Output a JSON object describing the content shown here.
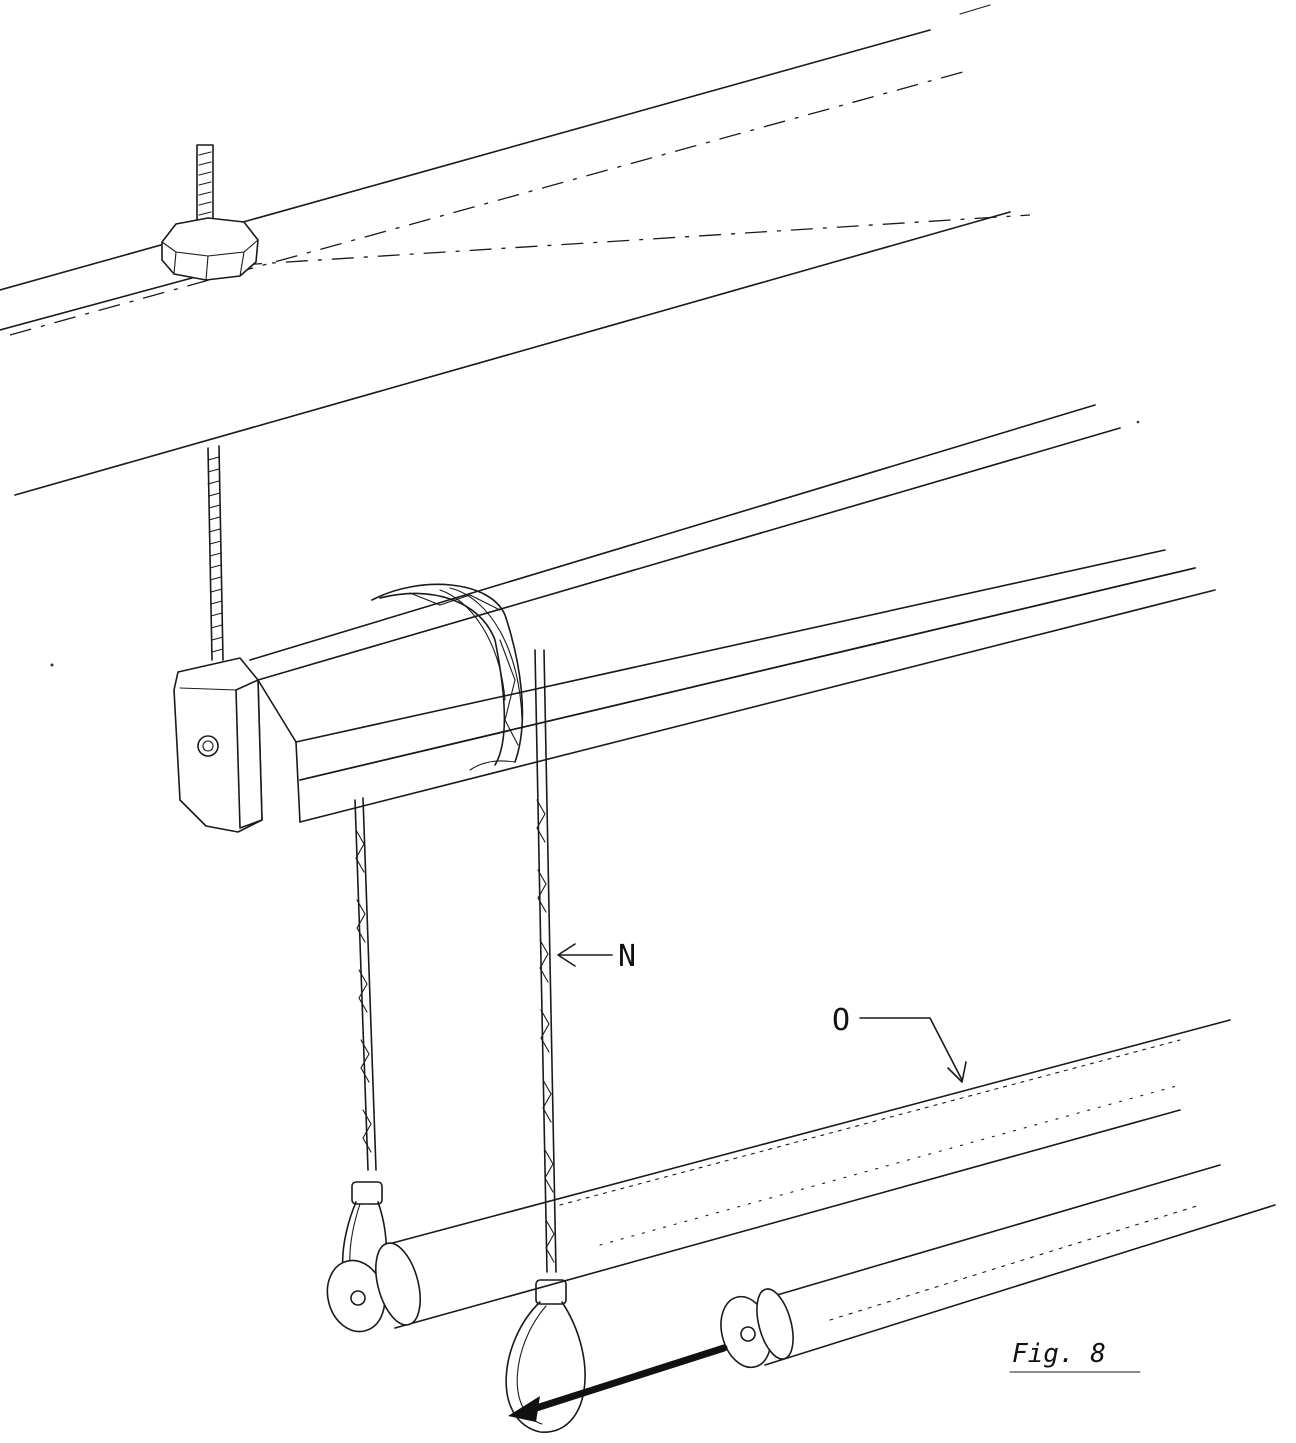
{
  "labels": {
    "label_n": "N",
    "label_o": "O",
    "figure_caption": "Fig. 8"
  },
  "colors": {
    "line": "#1a1a1a",
    "background": "#ffffff"
  }
}
